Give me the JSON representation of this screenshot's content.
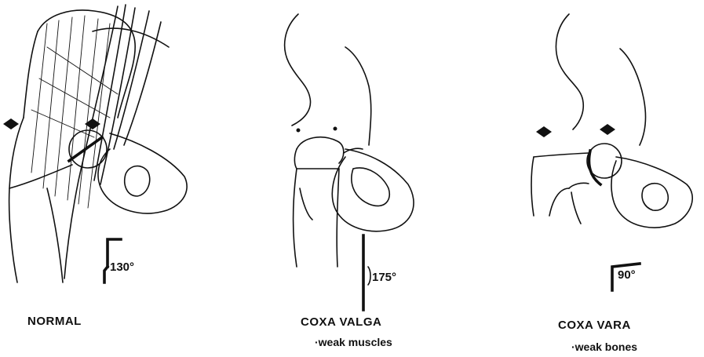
{
  "panels": [
    {
      "title": "NORMAL",
      "angle": "130°",
      "note": ""
    },
    {
      "title": "COXA VALGA",
      "angle": "175°",
      "note": "·weak muscles"
    },
    {
      "title": "COXA VARA",
      "angle": "90°",
      "note": "·weak bones"
    }
  ]
}
